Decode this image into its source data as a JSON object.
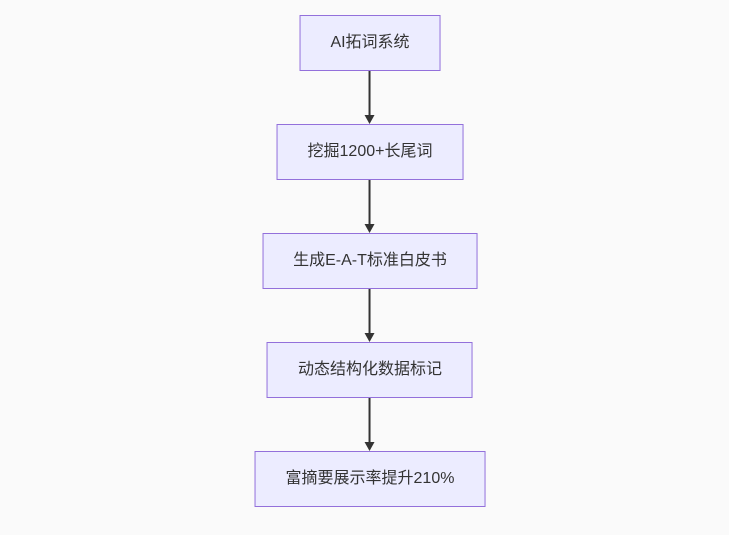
{
  "diagram": {
    "type": "flowchart",
    "direction": "top-down",
    "nodes": [
      {
        "id": "step-1",
        "label": "AI拓词系统"
      },
      {
        "id": "step-2",
        "label": "挖掘1200+长尾词"
      },
      {
        "id": "step-3",
        "label": "生成E-A-T标准白皮书"
      },
      {
        "id": "step-4",
        "label": "动态结构化数据标记"
      },
      {
        "id": "step-5",
        "label": "富摘要展示率提升210%"
      }
    ],
    "edges": [
      {
        "from": "step-1",
        "to": "step-2"
      },
      {
        "from": "step-2",
        "to": "step-3"
      },
      {
        "from": "step-3",
        "to": "step-4"
      },
      {
        "from": "step-4",
        "to": "step-5"
      }
    ],
    "colors": {
      "background": "#fafafa",
      "node_fill": "#ECECFF",
      "node_border": "#9370DB",
      "text": "#333333",
      "arrow": "#333333"
    }
  }
}
